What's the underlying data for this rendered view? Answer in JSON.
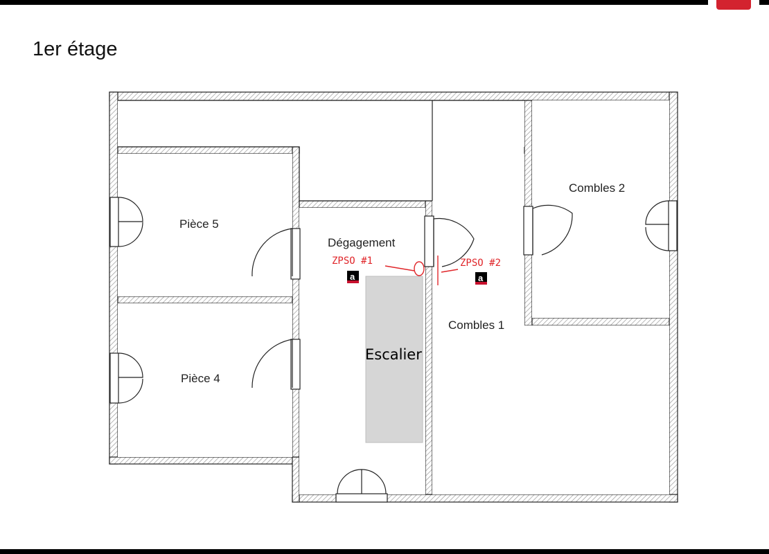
{
  "page": {
    "title": "1er étage",
    "brand_color": "#d3232f"
  },
  "rooms": {
    "piece5": "Pièce 5",
    "piece4": "Pièce 4",
    "degagement": "Dégagement",
    "escalier": "Escalier",
    "combles1": "Combles 1",
    "combles2": "Combles 2"
  },
  "zones": {
    "zpso1": "ZPSO #1",
    "zpso2": "ZPSO #2",
    "marker_color": "#e0262a"
  },
  "badges": {
    "badge1": "a",
    "badge2": "a",
    "badge_color": "#c8102e"
  },
  "icons": {
    "badge": "asbestos-a-badge-icon",
    "door": "door-swing-icon",
    "window": "window-casement-icon"
  }
}
